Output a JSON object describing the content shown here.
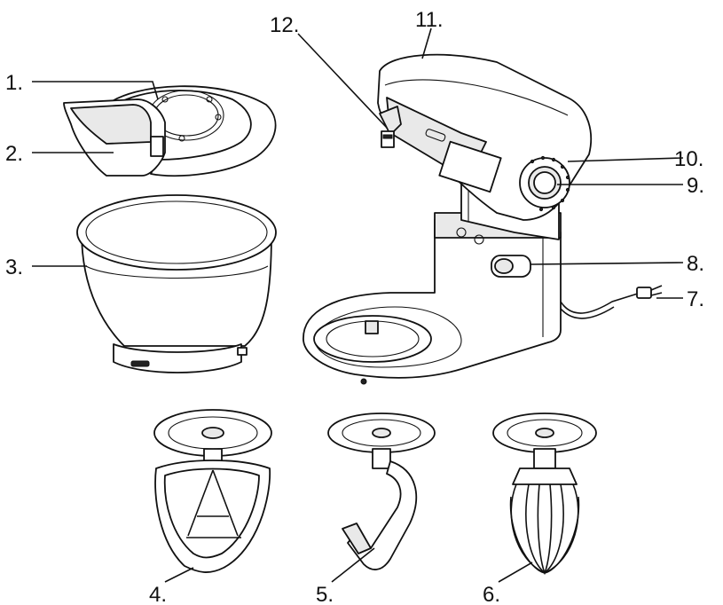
{
  "diagram": {
    "callouts": [
      {
        "id": "c1",
        "text": "1."
      },
      {
        "id": "c2",
        "text": "2."
      },
      {
        "id": "c3",
        "text": "3."
      },
      {
        "id": "c4",
        "text": "4."
      },
      {
        "id": "c5",
        "text": "5."
      },
      {
        "id": "c6",
        "text": "6."
      },
      {
        "id": "c7",
        "text": "7."
      },
      {
        "id": "c8",
        "text": "8."
      },
      {
        "id": "c9",
        "text": "9."
      },
      {
        "id": "c10",
        "text": "10."
      },
      {
        "id": "c11",
        "text": "11."
      },
      {
        "id": "c12",
        "text": "12."
      }
    ]
  }
}
